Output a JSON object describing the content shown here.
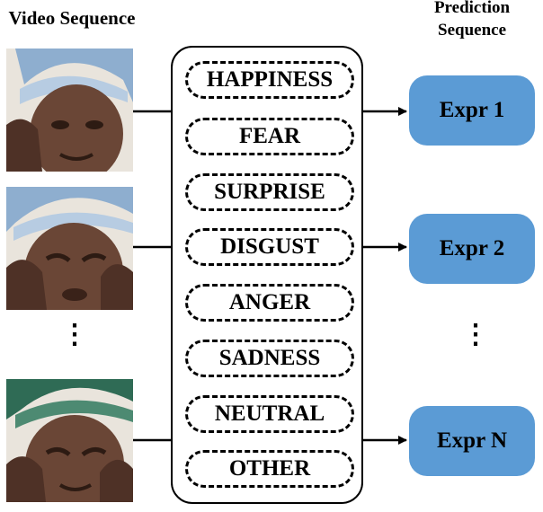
{
  "titles": {
    "video": "Video Sequence",
    "prediction_line1": "Prediction",
    "prediction_line2": "Sequence"
  },
  "classes": [
    "HAPPINESS",
    "FEAR",
    "SURPRISE",
    "DISGUST",
    "ANGER",
    "SADNESS",
    "NEUTRAL",
    "OTHER"
  ],
  "predictions": [
    "Expr 1",
    "Expr 2",
    "Expr N"
  ],
  "ellipsis": "⋮",
  "colors": {
    "prediction_box": "#5b9bd5",
    "line": "#000000"
  }
}
